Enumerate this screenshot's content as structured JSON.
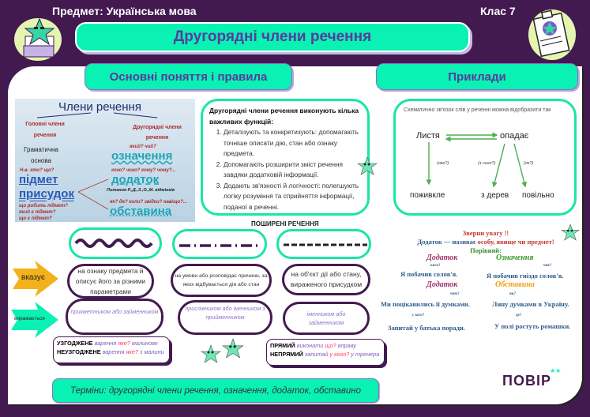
{
  "header": {
    "subject": "Предмет: Українська мова",
    "grade": "Клас 7",
    "title": "Другорядні члени речення"
  },
  "tabs": {
    "left": "Основні поняття і правила",
    "right": "Приклади"
  },
  "diagram": {
    "title": "Члени речення",
    "main_label": "Головні члени речення",
    "secondary_label": "Другорядні члени речення",
    "basis": "Граматична основа",
    "subject_q": "Н.в. хто? що?",
    "subject": "підмет",
    "predicate": "присудок",
    "predicate_q": [
      "що робить підмет?",
      "який є підмет?",
      "що є підмет?"
    ],
    "attr_q": "який? чий?",
    "attribute": "означення",
    "obj_q": "кого? чого? кому? чому?...",
    "object": "додаток",
    "obj_note": "Питання Р.,Д.,З.,О.,М. відмінків",
    "adv_q": "як? де? коли? звідки? навіщо?...",
    "adverbial": "обставина"
  },
  "functions": {
    "heading": "Другорядні члени речення виконують кілька важливих функцій:",
    "items": [
      "Деталізують та конкретизують: допомагають точніше описати дію, стан або ознаку предмета.",
      "Допомагають розширити зміст речення завдяки додатковій інформації.",
      "Додають зв'язності й логічності: полегшують логіку розуміння та сприйняття інформації, поданої в реченні."
    ]
  },
  "scheme": {
    "intro": "Схематично зв'язок слів у реченні можна відобразити так",
    "subject": "Листя",
    "predicate": "опадає",
    "q1": "(яке?)",
    "q2": "(з чого?)",
    "q3": "(як?)",
    "w1": "поживкле",
    "w2": "з дерев",
    "w3": "повільно"
  },
  "extended": {
    "heading": "ПОШИРЕНІ РЕЧЕННЯ",
    "label_indicates": "вказує",
    "label_expressed": "виражається",
    "columns": [
      {
        "indicates": "на ознаку предмета й описує його за різними параметрами",
        "expressed": "прикметником або займенником"
      },
      {
        "indicates": "на умови або розповідає причини, за яких відбувається дія або стан",
        "expressed": "прислівником або іменником з прийменником"
      },
      {
        "indicates": "на об'єкт дії або стану, вираженого присудком",
        "expressed": "іменником або займенником"
      }
    ]
  },
  "notes": {
    "agreed_label": "УЗГОДЖЕНЕ",
    "agreed_text": "варення",
    "agreed_q": "яке?",
    "agreed_ans": "малинове",
    "nonagreed_label": "НЕУЗГОДЖЕНЕ",
    "nonagreed_text": "варення",
    "nonagreed_q": "яке?",
    "nonagreed_ans": "з малини",
    "direct_label": "ПРЯМИЙ",
    "direct_text": "виконати",
    "direct_q": "що?",
    "direct_ans": "вправу",
    "indirect_label": "НЕПРЯМИЙ",
    "indirect_text": "запитай",
    "indirect_q": "у кого?",
    "indirect_ans": "у тренера"
  },
  "examples": {
    "attention": "Зверни увагу !!",
    "rule_a": "Додаток — називає",
    "rule_b": "особу, явище чи предмет!",
    "compare": "Порівняй:",
    "h_object": "Додаток",
    "h_attribute": "Означення",
    "h_adverbial": "Обставина",
    "q_kogo": "кого?",
    "s1": "Я побачив солов'я.",
    "q_chyi": "чиє?",
    "s2": "Я побачив гніздо солов'я.",
    "q_chym": "чим?",
    "s3": "Ми поцікавились її думками.",
    "q_yak": "як?",
    "s4": "Лину думками в Україну.",
    "q_ukogo": "у кого?",
    "s5": "Запитай у батька поради.",
    "q_de": "де?",
    "s6": "У полі ростуть ромашки."
  },
  "footer": {
    "terms": "Терміни: другорядні члени речення, означення, додаток, обставино",
    "logo": "ПОВІР"
  },
  "colors": {
    "background": "#431a4f",
    "accent": "#09f2b4",
    "title_text": "#5b3a9e"
  }
}
